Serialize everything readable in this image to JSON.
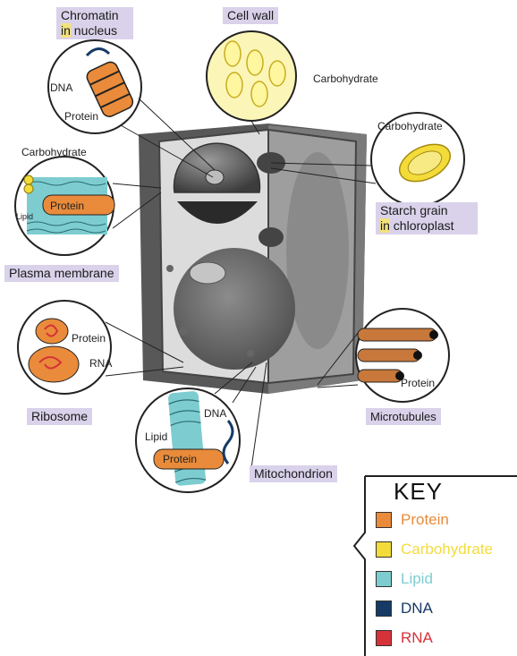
{
  "labels": {
    "chromatin_line1": "Chromatin",
    "chromatin_line2_in": "in",
    "chromatin_line2_rest": " nucleus",
    "cell_wall": "Cell wall",
    "starch_line1": "Starch grain",
    "starch_line2_in": "in",
    "starch_line2_rest": " chloroplast",
    "plasma_membrane": "Plasma membrane",
    "ribosome": "Ribosome",
    "microtubules": "Microtubules",
    "mitochondrion": "Mitochondrion"
  },
  "callouts": {
    "dna": "DNA",
    "protein": "Protein",
    "carbohydrate": "Carbohydrate",
    "lipid": "Lipid",
    "rna": "RNA"
  },
  "key": {
    "title": "KEY",
    "items": [
      {
        "label": "Protein",
        "color": "#e98b3a"
      },
      {
        "label": "Carbohydrate",
        "color": "#f3dc3a"
      },
      {
        "label": "Lipid",
        "color": "#7dcdd0"
      },
      {
        "label": "DNA",
        "color": "#163a66"
      },
      {
        "label": "RNA",
        "color": "#d6323a"
      }
    ]
  }
}
